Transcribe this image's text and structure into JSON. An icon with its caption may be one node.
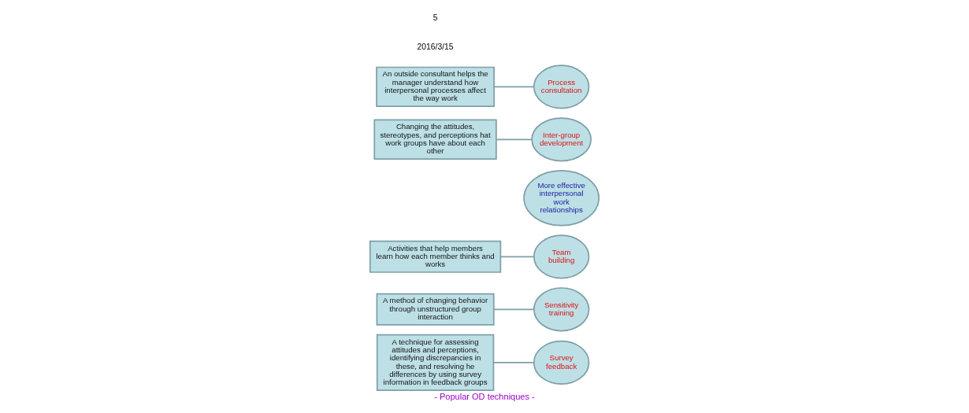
{
  "diagram": {
    "caption": "- Popular OD techniques -",
    "nodes": [
      {
        "text": [
          "A technique for assessing attitudes and perceptions, identifying discrepancies in these, and resolving he differences by using survey information in feedback groups"
        ]
      },
      {
        "text": [
          "A method of changing behavior through unstructured group interaction"
        ]
      },
      {
        "text": [
          "Sensitivity training"
        ]
      },
      {
        "text": [
          "Activities that help members learn how each member thinks and works"
        ]
      },
      {
        "text": [
          "Survey feedback"
        ]
      },
      {
        "text": [
          "More effective interpersonal work relationships"
        ]
      },
      {
        "text": [
          "Team building"
        ]
      },
      {
        "text": [
          "Changing the attitudes, stereotypes, and perceptions hat work groups have about each other"
        ]
      },
      {
        "text": [
          "An outside consultant helps the manager understand how interpersonal processes affect the way work"
        ]
      },
      {
        "text": [
          "Process consultation"
        ]
      },
      {
        "text": [
          "Inter-group development"
        ]
      }
    ],
    "edges": [
      {
        "from": 0,
        "to": 4,
        "arrow": "none"
      },
      {
        "from": 1,
        "to": 2,
        "arrow": "none"
      },
      {
        "from": 3,
        "to": 6,
        "arrow": "none"
      },
      {
        "from": 8,
        "to": 9,
        "arrow": "none"
      },
      {
        "from": 7,
        "to": 10,
        "arrow": "none"
      }
    ],
    "labels": [
      "2016/3/15",
      "5"
    ]
  }
}
